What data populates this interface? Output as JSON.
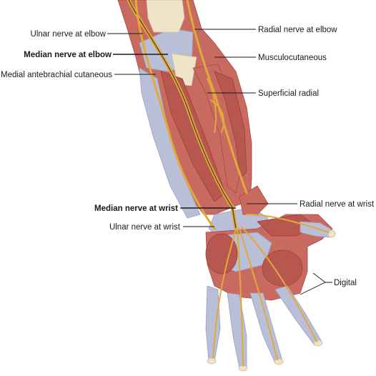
{
  "labels": {
    "ulnar_elbow": "Ulnar nerve at elbow",
    "median_elbow": "Median nerve at elbow",
    "medial_antebrachial": "Medial antebrachial cutaneous",
    "radial_elbow": "Radial nerve at elbow",
    "musculocutaneous": "Musculocutaneous",
    "superficial_radial": "Superficial radial",
    "median_wrist": "Median nerve at wrist",
    "ulnar_wrist": "Ulnar nerve at wrist",
    "radial_wrist": "Radial nerve at wrist",
    "digital": "Digital"
  },
  "colors": {
    "muscle": "#c96a60",
    "nerve": "#e1a93b",
    "fascia": "#b9bfd6",
    "bone": "#efe3c8"
  }
}
